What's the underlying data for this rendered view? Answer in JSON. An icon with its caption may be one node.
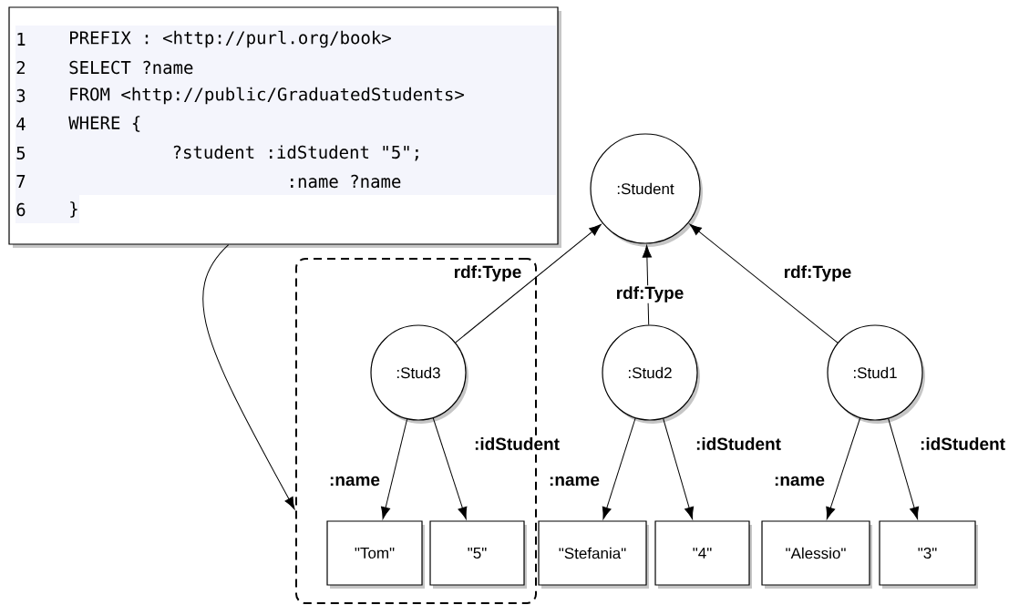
{
  "diagram": {
    "nodes": [
      {
        "text": [
          "1",
          "PREFIX : <http://purl.org/book>",
          "2",
          "SELECT ?name",
          "3",
          "FROM <http://public/GraduatedStudents>",
          "4",
          "WHERE {",
          "5",
          "?student :idStudent \"5\";",
          "7",
          ":name ?name",
          "6",
          "}"
        ]
      },
      {
        "text": [
          ":Student"
        ]
      },
      {
        "text": [],
        "shape": "box"
      },
      {
        "text": [
          ":Stud3"
        ],
        "in": 2
      },
      {
        "text": [
          ":Stud2"
        ]
      },
      {
        "text": [
          ":Stud1"
        ]
      },
      {
        "text": [
          "\"Tom\""
        ],
        "in": 2
      },
      {
        "text": [
          "\"5\""
        ],
        "in": 2
      },
      {
        "text": [
          "\"Stefania\""
        ]
      },
      {
        "text": [
          "\"4\""
        ]
      },
      {
        "text": [
          "\"Alessio\""
        ]
      },
      {
        "text": [
          "\"3\""
        ]
      }
    ],
    "edges": [
      {
        "from": 0,
        "to": 2,
        "arrow": "to"
      },
      {
        "from": 3,
        "to": 1,
        "arrow": "to",
        "label": "rdf:Type"
      },
      {
        "from": 4,
        "to": 1,
        "arrow": "to",
        "label": "rdf:Type"
      },
      {
        "from": 5,
        "to": 1,
        "arrow": "to",
        "label": "rdf:Type"
      },
      {
        "from": 3,
        "to": 6,
        "arrow": "to",
        "label": ":name"
      },
      {
        "from": 3,
        "to": 7,
        "arrow": "to",
        "label": ":idStudent"
      },
      {
        "from": 4,
        "to": 8,
        "arrow": "to",
        "label": ":name"
      },
      {
        "from": 4,
        "to": 9,
        "arrow": "to",
        "label": ":idStudent"
      },
      {
        "from": 5,
        "to": 10,
        "arrow": "to",
        "label": ":name"
      },
      {
        "from": 5,
        "to": 11,
        "arrow": "to",
        "label": ":idStudent"
      }
    ]
  }
}
